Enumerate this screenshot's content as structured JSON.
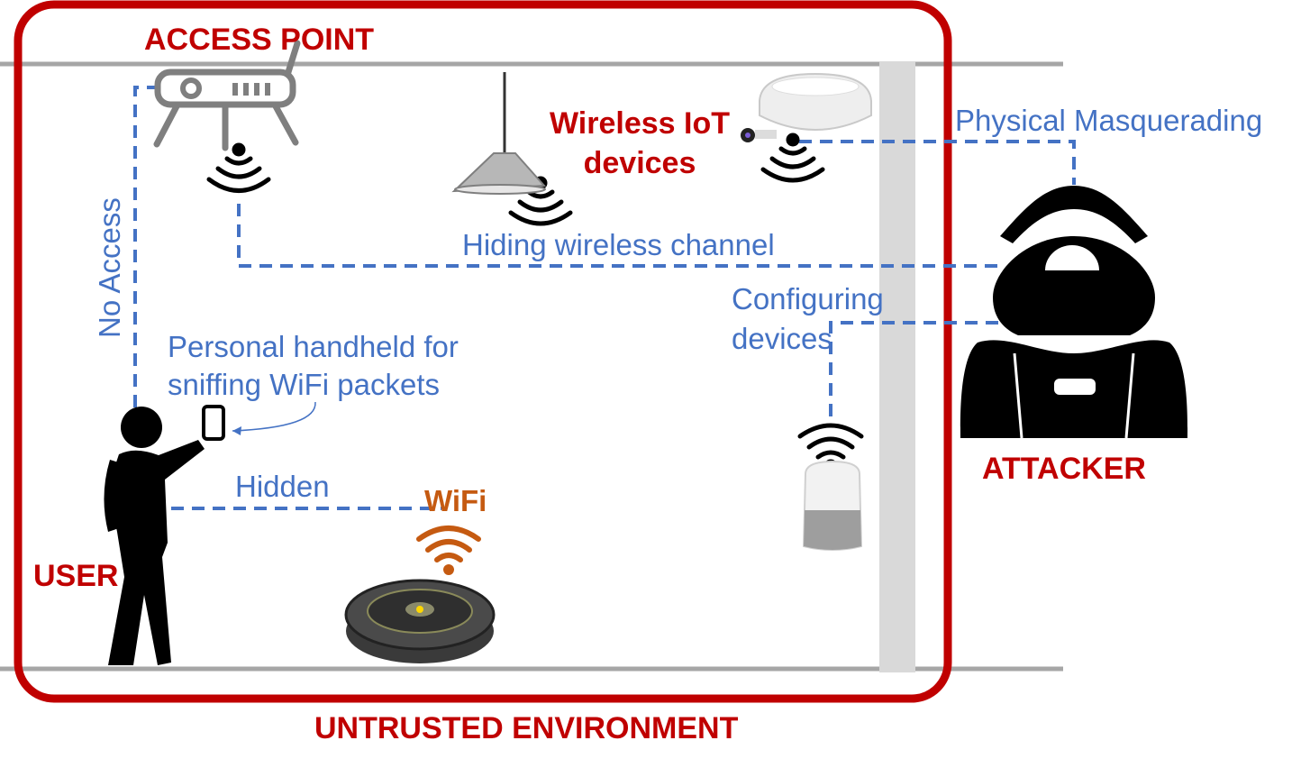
{
  "labels": {
    "access_point": "ACCESS POINT",
    "wireless_iot": "Wireless IoT devices",
    "physical_masquerading": "Physical Masquerading",
    "no_access": "No Access",
    "hiding_channel": "Hiding wireless channel",
    "configuring_devices": "Configuring devices",
    "personal_handheld": "Personal handheld for sniffing WiFi packets",
    "hidden": "Hidden",
    "wifi": "WiFi",
    "user": "USER",
    "attacker": "ATTACKER",
    "untrusted_environment": "UNTRUSTED ENVIRONMENT"
  },
  "colors": {
    "environment_border": "#c00000",
    "label_red": "#c00000",
    "connector_blue": "#4472c4",
    "wifi_orange": "#c55a11",
    "wall_gray": "#a6a6a6",
    "figure_black": "#000000"
  },
  "icons": [
    "router-icon",
    "pendant-lamp-icon",
    "smoke-detector-camera-icon",
    "smart-speaker-icon",
    "robot-vacuum-icon",
    "smartphone-icon",
    "person-icon",
    "hooded-attacker-icon",
    "wifi-signal-icon"
  ]
}
